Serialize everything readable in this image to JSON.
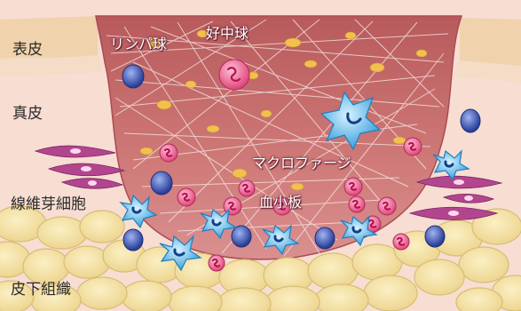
{
  "layers": {
    "epidermis": "表皮",
    "dermis": "真皮",
    "fibroblast": "線維芽細胞",
    "subcutis": "皮下組織"
  },
  "cells": {
    "lymphocyte": "リンパ球",
    "neutrophil": "好中球",
    "macrophage": "マクロファージ",
    "platelet": "血小板"
  },
  "colors": {
    "epidermis": "#f0d2ac",
    "dermis": "#f7ddd2",
    "wound": "#c8706e",
    "fat": "#f4e2a0",
    "lymphocyte": "#3b55b0",
    "neutrophil": "#e0457a",
    "macrophage": "#3aa8e0",
    "fibroblast": "#b2468e"
  }
}
